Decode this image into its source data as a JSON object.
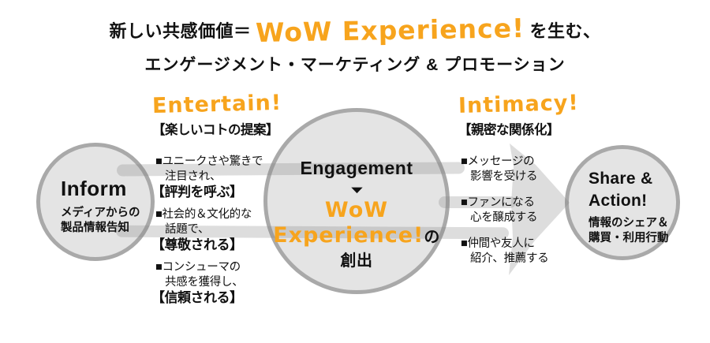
{
  "title": {
    "line1_prefix": "新しい共感価値＝",
    "line1_highlight": "WoW Experience!",
    "line1_suffix": "を生む、",
    "line2": "エンゲージメント・マーケティング & プロモーション"
  },
  "inform": {
    "heading": "Inform",
    "desc_line1": "メディアからの",
    "desc_line2": "製品情報告知"
  },
  "entertain": {
    "heading": "Entertain!",
    "subheading": "【楽しいコトの提案】",
    "bullets": [
      {
        "line1": "■ユニークさや驚きで",
        "line2": "注目され、",
        "emphasis": "【評判を呼ぶ】"
      },
      {
        "line1": "■社会的＆文化的な",
        "line2": "話題で、",
        "emphasis": "【尊敬される】"
      },
      {
        "line1": "■コンシューマの",
        "line2": "共感を獲得し、",
        "emphasis": "【信頼される】"
      }
    ]
  },
  "engagement": {
    "heading": "Engagement",
    "wow_line1": "WoW",
    "wow_line2": "Experience!",
    "wow_suffix": "の創出"
  },
  "intimacy": {
    "heading": "Intimacy!",
    "subheading": "【親密な関係化】",
    "bullets": [
      {
        "line1": "■メッセージの",
        "line2": "影響を受ける"
      },
      {
        "line1": "■ファンになる",
        "line2": "心を醸成する"
      },
      {
        "line1": "■仲間や友人に",
        "line2": "紹介、推薦する"
      }
    ]
  },
  "share": {
    "heading_line1": "Share &",
    "heading_line2": "Action!",
    "desc_line1": "情報のシェア＆",
    "desc_line2": "購買・利用行動"
  },
  "icons": {
    "down_arrow_icon": "▼",
    "flow_arrow_icon": "right-pointing-triangle",
    "flow_bands": "gray-brush-strokes"
  },
  "colors": {
    "accent_orange": "#F7A41D",
    "circle_fill": "#E4E4E4",
    "circle_border": "#A9A9A9",
    "band_gray": "#D8D8D8",
    "text_black": "#111111"
  }
}
